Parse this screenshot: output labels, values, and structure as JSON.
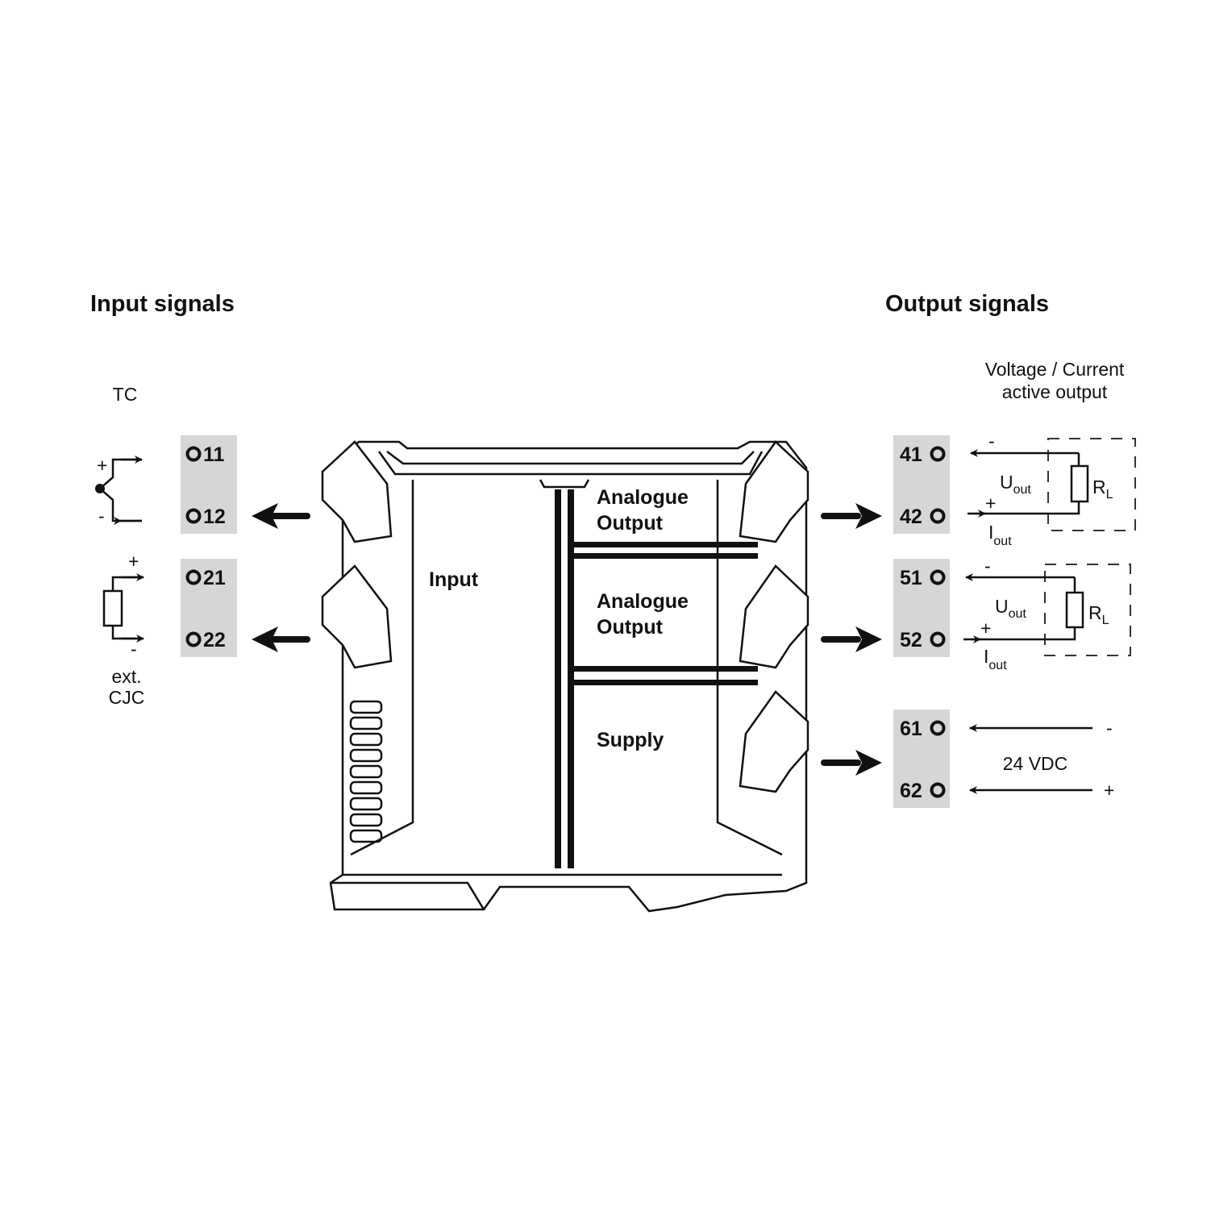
{
  "headings": {
    "input": "Input signals",
    "output": "Output signals"
  },
  "input_side": {
    "tc_label": "TC",
    "cjc_label_line1": "ext.",
    "cjc_label_line2": "CJC",
    "plus": "+",
    "minus": "-",
    "terminals": [
      "11",
      "12",
      "21",
      "22"
    ]
  },
  "device": {
    "input_label": "Input",
    "output1_line1": "Analogue",
    "output1_line2": "Output",
    "output2_line1": "Analogue",
    "output2_line2": "Output",
    "supply_label": "Supply"
  },
  "output_side": {
    "caption_line1": "Voltage / Current",
    "caption_line2": "active output",
    "terminals": [
      "41",
      "42",
      "51",
      "52",
      "61",
      "62"
    ],
    "u_label": "U",
    "i_label": "I",
    "out_sub": "out",
    "r_label": "R",
    "r_sub": "L",
    "plus": "+",
    "minus": "-",
    "supply_voltage": "24 VDC"
  }
}
